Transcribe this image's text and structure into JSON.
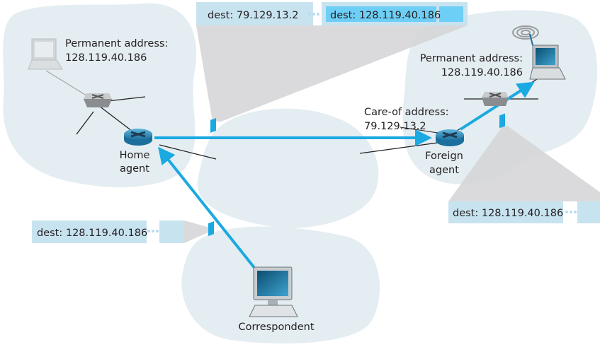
{
  "colors": {
    "network": "#e4edf2",
    "arrow": "#1ba9e1",
    "header_light": "#c8e3f0",
    "header_dark": "#6dcff6",
    "funnel": "#d3d4d6"
  },
  "home": {
    "perm_label": "Permanent address:",
    "perm_value": "128.119.40.186",
    "agent_line1": "Home",
    "agent_line2": "agent"
  },
  "foreign": {
    "perm_label": "Permanent address:",
    "perm_value": "128.119.40.186",
    "careof_label": "Care-of address:",
    "careof_value": "79.129.13.2",
    "agent_line1": "Foreign",
    "agent_line2": "agent"
  },
  "correspondent": {
    "label": "Correspondent"
  },
  "packets": {
    "top": {
      "outer_dest": "dest: 79.129.13.2",
      "inner_dest": "dest: 128.119.40.186"
    },
    "left": {
      "dest": "dest: 128.119.40.186"
    },
    "right": {
      "dest": "dest: 128.119.40.186"
    }
  },
  "icons": [
    "laptop-icon",
    "switch-icon",
    "router-icon",
    "wireless-icon",
    "desktop-computer-icon",
    "packet-icon",
    "ellipsis-icon"
  ]
}
